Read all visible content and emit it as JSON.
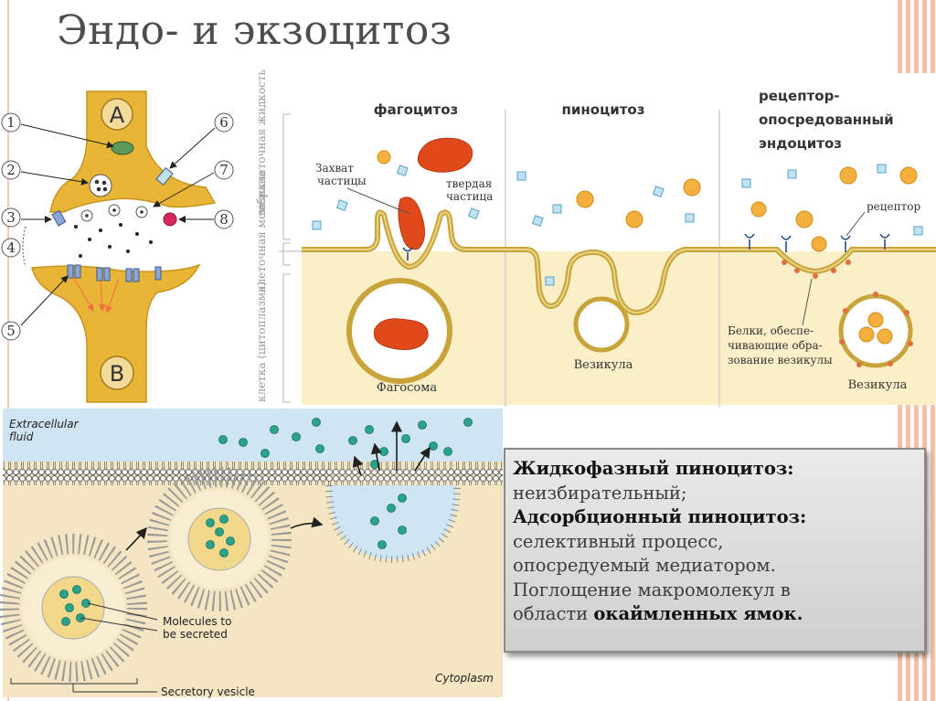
{
  "title": "Эндо- и экзоцитоз",
  "synapse": {
    "label_a": "A",
    "label_b": "B",
    "numbers": [
      "1",
      "2",
      "3",
      "4",
      "5",
      "6",
      "7",
      "8"
    ]
  },
  "endocytosis": {
    "side_labels": [
      "межклеточная жидкость",
      "клеточная мембрана",
      "клетка (цитоплазма)"
    ],
    "col1_title": "фагоцитоз",
    "col2_title": "пиноцитоз",
    "col3_title_lines": [
      "рецептор-",
      "опосредованный",
      "эндоцитоз"
    ],
    "capture_lines": [
      "Захват",
      "частицы"
    ],
    "solid_lines": [
      "твердая",
      "частица"
    ],
    "phagosome": "Фагосома",
    "vesicle_pino": "Везикула",
    "receptor": "рецептор",
    "proteins_lines": [
      "Белки, обеспе-",
      "чивающие обра-",
      "зование везикулы"
    ],
    "vesicle_rme": "Везикула"
  },
  "exocytosis": {
    "extracellular_lines": [
      "Extracellular",
      "fluid"
    ],
    "molecules_lines": [
      "Molecules to",
      "be secreted"
    ],
    "secretory_vesicle": "Secretory vesicle",
    "cytoplasm": "Cytoplasm"
  },
  "info": {
    "p1_bold": "Жидкофазный пиноцитоз:",
    "p2": "неизбирательный;",
    "p3_bold": "Адсорбционный пиноцитоз:",
    "p4": "селективный процесс,",
    "p5": "опосредуемый медиатором.",
    "p6": "Поглощение макромолекул в",
    "p7_pre": "области",
    "p7_bold": "окаймленных ямок."
  },
  "colors": {
    "title": "#4d4d4d",
    "neuron": "#e9b536",
    "membrane": "#c9a43a",
    "cytoplasm": "#fbefc8",
    "fluid_blue": "#cfe5f2",
    "exo_bg": "#f4e6c2",
    "teal": "#2aa38a",
    "decor_pink": "#f3a287"
  }
}
